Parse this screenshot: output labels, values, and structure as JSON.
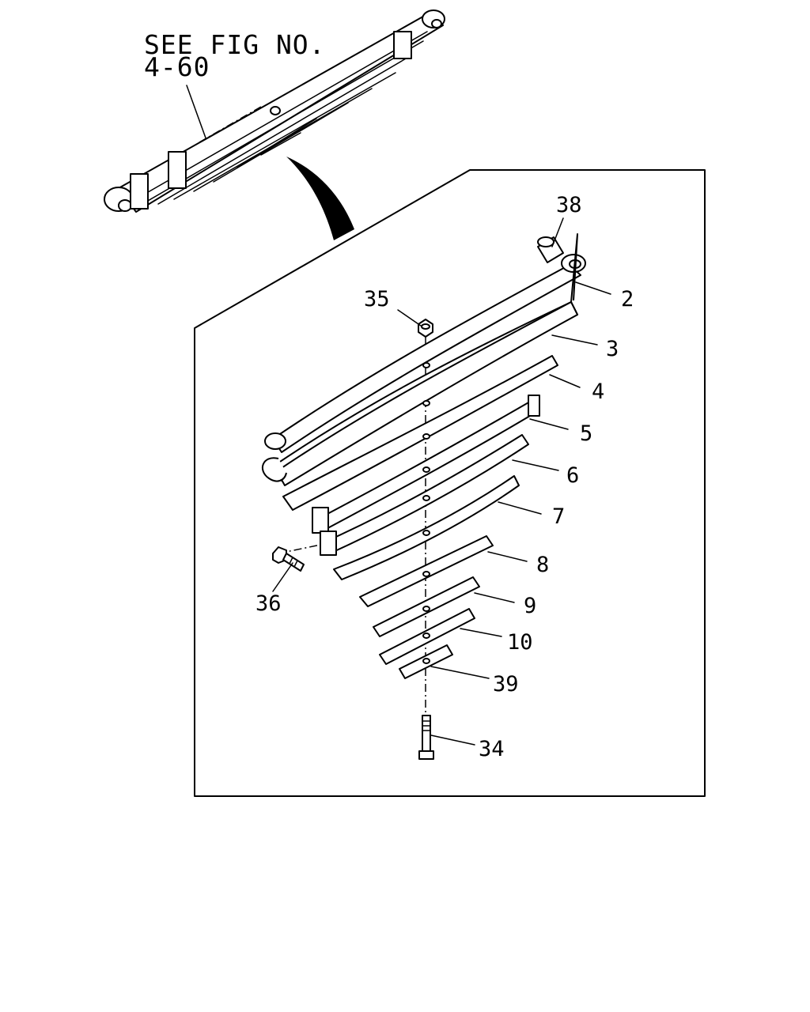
{
  "reference_note": {
    "line1": "SEE FIG NO.",
    "line2": "4-60"
  },
  "callouts": {
    "c38": "38",
    "c2": "2",
    "c35": "35",
    "c3": "3",
    "c4": "4",
    "c5": "5",
    "c6": "6",
    "c7": "7",
    "c8": "8",
    "c36": "36",
    "c9": "9",
    "c10": "10",
    "c39": "39",
    "c34": "34"
  }
}
